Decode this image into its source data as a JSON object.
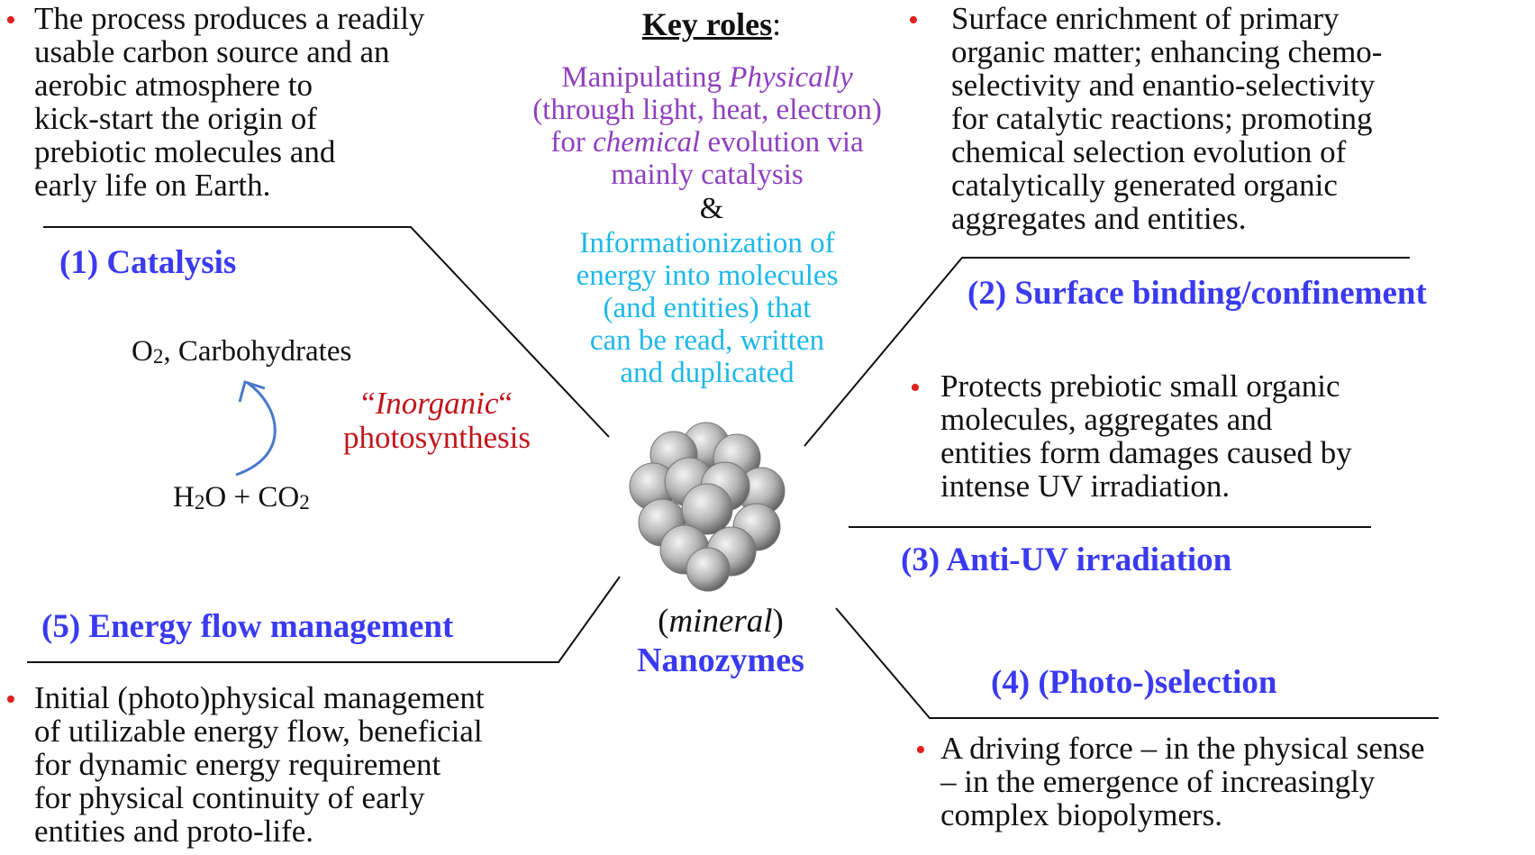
{
  "key_roles": {
    "title": "Key roles",
    "colon": ":",
    "purple_lines": [
      {
        "pre": "Manipulating ",
        "em": "Physically",
        "post": ""
      },
      {
        "pre": "(through light, heat, electron)",
        "em": "",
        "post": ""
      },
      {
        "pre": "for ",
        "em": "chemical",
        "post": " evolution via"
      },
      {
        "pre": "mainly catalysis",
        "em": "",
        "post": ""
      }
    ],
    "ampersand": "&",
    "cyan_lines": [
      "Informationization of",
      "energy into molecules",
      "(and entities) that",
      "can be read, written",
      "and duplicated"
    ]
  },
  "center": {
    "mineral_open": "(",
    "mineral": "mineral",
    "mineral_close": ")",
    "nanozymes": "Nanozymes"
  },
  "roles": [
    {
      "heading": "(1) Catalysis",
      "bullet_lines": [
        "The process produces a readily",
        "usable carbon source and an",
        "aerobic atmosphere to",
        "kick-start the origin of",
        "prebiotic  molecules and",
        "early life on Earth."
      ]
    },
    {
      "heading": "(2) Surface binding/confinement",
      "bullet_lines": [
        "Surface enrichment of primary",
        "organic matter; enhancing chemo-",
        "selectivity and enantio-selectivity",
        "for catalytic reactions; promoting",
        "chemical selection evolution of",
        "catalytically generated organic",
        "aggregates and entities."
      ]
    },
    {
      "heading": "(3) Anti-UV irradiation",
      "bullet_lines": [
        "Protects prebiotic small organic",
        "molecules, aggregates and",
        "entities form damages caused by",
        "intense UV irradiation."
      ]
    },
    {
      "heading": "(4)  (Photo-)selection",
      "bullet_lines": [
        "A driving force – in the physical sense",
        "– in the emergence of increasingly",
        "complex biopolymers."
      ]
    },
    {
      "heading": "(5) Energy flow management",
      "bullet_lines": [
        "Initial (photo)physical management",
        "of utilizable energy flow, beneficial",
        "for dynamic energy requirement",
        "for physical continuity of early",
        "entities and proto-life."
      ]
    }
  ],
  "photosynthesis": {
    "product_o": "O",
    "product_sub": "2",
    "product_rest": ", Carbohydrates",
    "reactant_h": "H",
    "reactant_sub1": "2",
    "reactant_mid": "O + CO",
    "reactant_sub2": "2",
    "label_open": "“",
    "label_em": "Inorganic",
    "label_close": "“",
    "label_word": "photosynthesis"
  },
  "bullet_symbol": "•",
  "colors": {
    "heading": "#3a3af0",
    "bullet": "#e02020",
    "purple": "#8e3fc0",
    "cyan": "#1db8e8",
    "red_label": "#c0161b",
    "arrow": "#4a78c8"
  }
}
